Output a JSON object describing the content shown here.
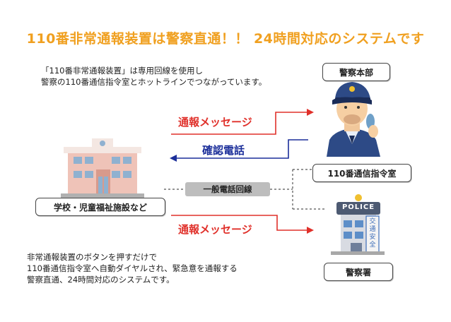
{
  "title": "110番非常通報装置は警察直通！！ 24時間対応のシステムです",
  "top_text": {
    "line1": "「110番非常通報装置」は専用回線を使用し",
    "line2": "警察の110番通信指令室とホットラインでつながっています。"
  },
  "nodes": {
    "hq": "警察本部",
    "command_room": "110番通信指令室",
    "school": "学校・児童福祉施設など",
    "station": "警察署"
  },
  "flows": {
    "report_top": "通報メッセージ",
    "confirm_call": "確認電話",
    "general_line": "一般電話回線",
    "report_bottom": "通報メッセージ"
  },
  "police_building": {
    "sign": "POLICE",
    "side_sign": "交通安全"
  },
  "bottom_text": {
    "line1": "非常通報装置のボタンを押すだけで",
    "line2": "110番通信指令室へ自動ダイヤルされ、緊急意を通報する",
    "line3": "警察直通、24時間対応のシステムです。"
  },
  "colors": {
    "title": "#f0a020",
    "report_arrow": "#e0302a",
    "confirm_arrow": "#1c2f9a",
    "general_line": "#555555"
  }
}
